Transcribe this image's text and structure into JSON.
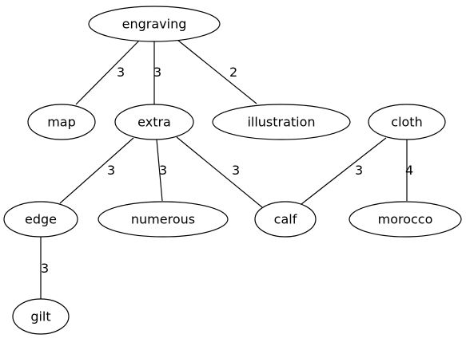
{
  "graph": {
    "nodes": [
      {
        "id": "engraving",
        "label": "engraving"
      },
      {
        "id": "map",
        "label": "map"
      },
      {
        "id": "extra",
        "label": "extra"
      },
      {
        "id": "illustration",
        "label": "illustration"
      },
      {
        "id": "cloth",
        "label": "cloth"
      },
      {
        "id": "edge",
        "label": "edge"
      },
      {
        "id": "numerous",
        "label": "numerous"
      },
      {
        "id": "calf",
        "label": "calf"
      },
      {
        "id": "morocco",
        "label": "morocco"
      },
      {
        "id": "gilt",
        "label": "gilt"
      }
    ],
    "edges": [
      {
        "from": "engraving",
        "to": "map",
        "weight": "3"
      },
      {
        "from": "engraving",
        "to": "extra",
        "weight": "3"
      },
      {
        "from": "engraving",
        "to": "illustration",
        "weight": "2"
      },
      {
        "from": "extra",
        "to": "edge",
        "weight": "3"
      },
      {
        "from": "extra",
        "to": "numerous",
        "weight": "3"
      },
      {
        "from": "extra",
        "to": "calf",
        "weight": "3"
      },
      {
        "from": "cloth",
        "to": "calf",
        "weight": "3"
      },
      {
        "from": "cloth",
        "to": "morocco",
        "weight": "4"
      },
      {
        "from": "edge",
        "to": "gilt",
        "weight": "3"
      }
    ]
  }
}
